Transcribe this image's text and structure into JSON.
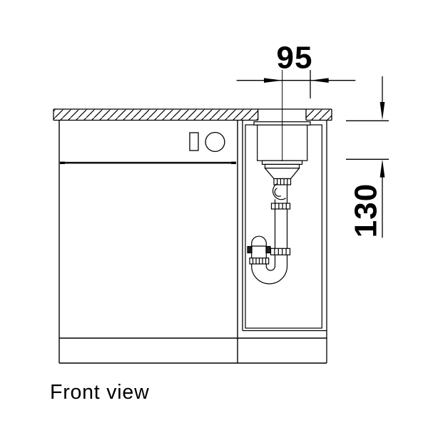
{
  "diagram": {
    "caption": "Front view",
    "dimensions": {
      "horizontal_mm": "95",
      "vertical_mm": "130"
    }
  },
  "colors": {
    "background": "#ffffff",
    "line": "#000000",
    "door_gap_line": "#111111"
  }
}
